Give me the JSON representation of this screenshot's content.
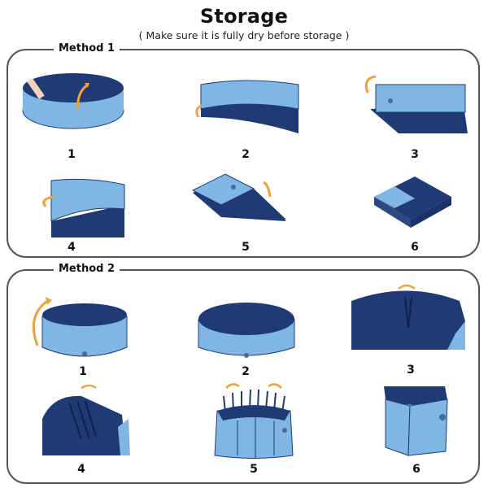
{
  "header": {
    "title": "Storage",
    "subtitle": "( Make sure it is fully dry before storage )"
  },
  "colors": {
    "pool_outer": "#7fb6e3",
    "pool_inner": "#1f3a74",
    "arrow": "#f0a23a",
    "border": "#555555"
  },
  "methods": [
    {
      "label": "Method 1",
      "steps": [
        {
          "number": "1",
          "illustration": "open-pool-hands-lifting-wall"
        },
        {
          "number": "2",
          "illustration": "folding-wall-inward"
        },
        {
          "number": "3",
          "illustration": "wall-folded-flat"
        },
        {
          "number": "4",
          "illustration": "continue-folding-wall"
        },
        {
          "number": "5",
          "illustration": "stacked-folded-panels"
        },
        {
          "number": "6",
          "illustration": "fully-folded-square"
        }
      ]
    },
    {
      "label": "Method 2",
      "steps": [
        {
          "number": "1",
          "illustration": "open-pool-flip-arrow"
        },
        {
          "number": "2",
          "illustration": "pool-flipped-upside-down"
        },
        {
          "number": "3",
          "illustration": "pinching-floor-center"
        },
        {
          "number": "4",
          "illustration": "gathering-floor"
        },
        {
          "number": "5",
          "illustration": "pleating-walls-together"
        },
        {
          "number": "6",
          "illustration": "collapsed-compact-pool"
        }
      ]
    }
  ]
}
